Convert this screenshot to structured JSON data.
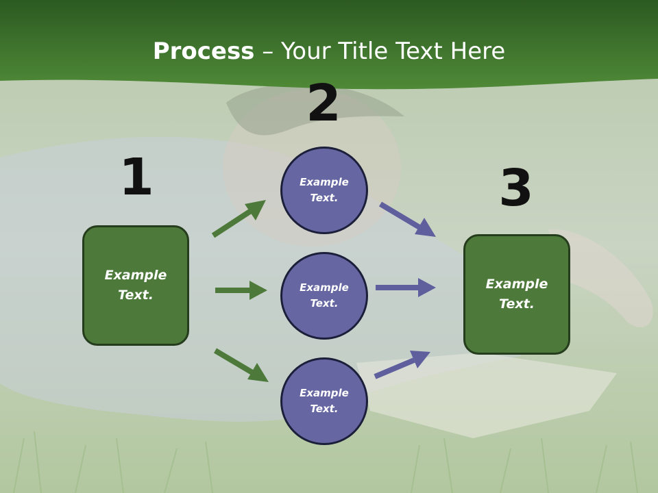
{
  "title": {
    "bold": "Process",
    "rest": " – Your Title Text Here"
  },
  "steps": [
    {
      "number": "1",
      "label": "Example Text."
    },
    {
      "number": "2",
      "label": "Example Text."
    },
    {
      "number": "3",
      "label": "Example Text."
    }
  ],
  "circles": [
    {
      "label": "Example Text."
    },
    {
      "label": "Example Text."
    },
    {
      "label": "Example Text."
    }
  ],
  "colors": {
    "header_green": "#3f7a2c",
    "box_green": "#4d7a3a",
    "circle_purple": "#6566a2",
    "arrow_green": "#4d7a3a",
    "arrow_purple": "#5f5f9e"
  }
}
